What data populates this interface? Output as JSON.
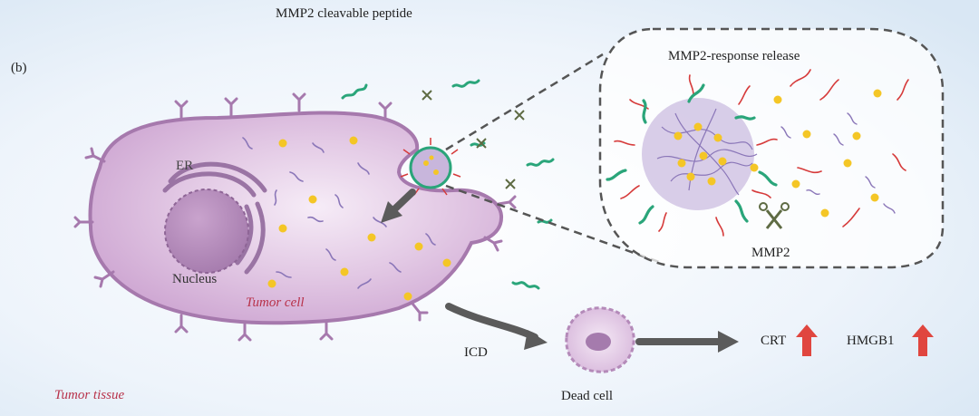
{
  "labels": {
    "title": "MMP2  cleavable peptide",
    "panel": "(b)",
    "release": "MMP2-response release",
    "er": "ER",
    "nucleus": "Nucleus",
    "tumor_cell": "Tumor cell",
    "tumor_tissue": "Tumor tissue",
    "mmp2": "MMP2",
    "icd": "ICD",
    "dead_cell": "Dead cell",
    "crt": "CRT",
    "hmgb1": "HMGB1"
  },
  "colors": {
    "cell_fill": "#d9b7dc",
    "cell_stroke": "#a679ad",
    "nucleus_fill": "#b98fbf",
    "drug_dot": "#f4c626",
    "peptide_green": "#2aa57a",
    "strand_red": "#d63a3a",
    "strand_purple": "#8a76b8",
    "arrow_gray": "#5b5b5b",
    "up_arrow_red": "#e0463f",
    "label_red": "#b8324a"
  }
}
